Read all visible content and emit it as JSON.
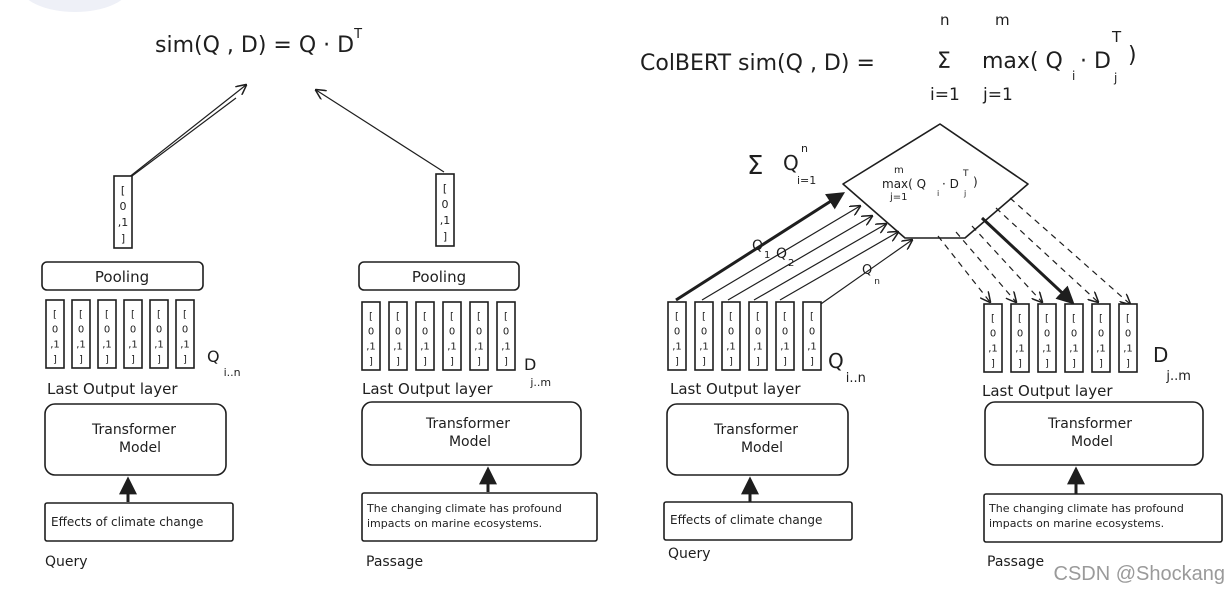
{
  "left": {
    "formula": {
      "main": "sim(Q , D) =  Q · D",
      "sup": "T"
    },
    "pooling_label": "Pooling",
    "pooling_label_right": "Pooling",
    "layer_label_q": "Last Output layer",
    "layer_label_d": "Last Output layer",
    "q_sub": {
      "main": "Q",
      "sub": "i..n"
    },
    "d_sub": {
      "main": "D",
      "sub": "j..m"
    },
    "transformer_q": [
      "Transformer",
      "Model"
    ],
    "transformer_d": [
      "Transformer",
      "Model"
    ],
    "query_text": "Effects of climate change",
    "passage_text": [
      "The changing climate has profound",
      "impacts on marine ecosystems."
    ],
    "query_caption": "Query",
    "passage_caption": "Passage"
  },
  "right": {
    "formula": {
      "prefix": "ColBERT sim(Q , D) =",
      "sigma": "Σ",
      "n": "n",
      "i1": "i=1",
      "max": "max( Q",
      "i": "i",
      "dot": "· D",
      "T": "T",
      "j": "j",
      "close": ")",
      "m": "m",
      "j1": "j=1"
    },
    "sum_q": {
      "sigma": "Σ",
      "Q": "Q",
      "n": "n",
      "i1": "i=1"
    },
    "diamond": {
      "m": "m",
      "max": "max( Q",
      "i": "i",
      "dot": "· D",
      "T": "T",
      "j": "j",
      "close": ")",
      "j1": "j=1"
    },
    "q_labels": {
      "q1": "Q",
      "q1sub": "1",
      "q2": "Q",
      "q2sub": "2",
      "qn": "Q",
      "qnsub": "n"
    },
    "layer_label_q": "Last Output layer",
    "layer_label_d": "Last Output layer",
    "q_sub": {
      "main": "Q",
      "sub": "i..n"
    },
    "d_sub": {
      "main": "D",
      "sub": "j..m"
    },
    "transformer_q": [
      "Transformer",
      "Model"
    ],
    "transformer_d": [
      "Transformer",
      "Model"
    ],
    "query_text": "Effects of climate change",
    "passage_text": [
      "The changing climate has profound",
      "impacts on marine ecosystems."
    ],
    "query_caption": "Query",
    "passage_caption": "Passage"
  },
  "vector_glyphs": [
    "[",
    "0",
    ",1",
    "]"
  ],
  "watermark": "CSDN @Shockang"
}
